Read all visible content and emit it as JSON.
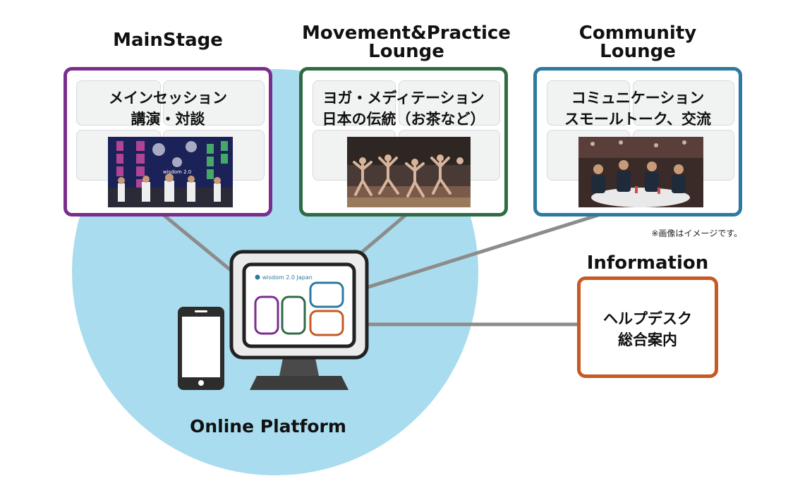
{
  "lounges": [
    {
      "title": "MainStage",
      "lines": [
        "メインセッション",
        "講演・対談"
      ],
      "color": "#7b2d8e"
    },
    {
      "title_lines": [
        "Movement&Practice",
        "Lounge"
      ],
      "lines": [
        "ヨガ・メディテーション",
        "日本の伝統（お茶など）"
      ],
      "color": "#2f6b45"
    },
    {
      "title_lines": [
        "Community",
        "Lounge"
      ],
      "lines": [
        "コミュニケーション",
        "スモールトーク、交流"
      ],
      "color": "#2c7aa0"
    }
  ],
  "note": "※画像はイメージです。",
  "information": {
    "title": "Information",
    "lines": [
      "ヘルプデスク",
      "総合案内"
    ],
    "color": "#c65a25"
  },
  "platform": {
    "label": "Online Platform",
    "screen_logo": "wisdom 2.0 Japan",
    "circle_color": "#a9dcee"
  },
  "photo_logo": "wisdom 2.0"
}
